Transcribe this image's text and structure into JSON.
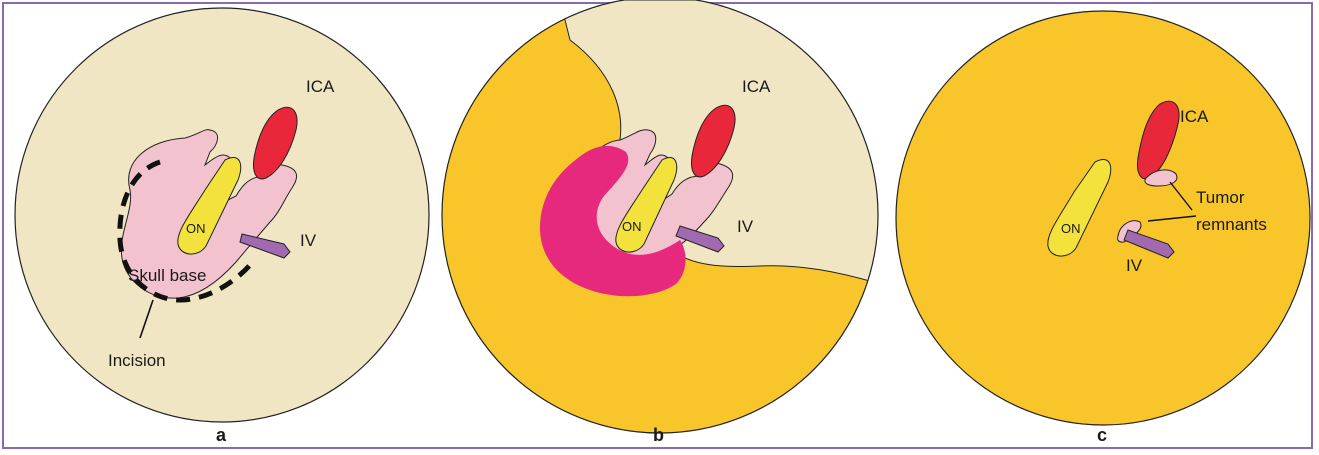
{
  "colors": {
    "background_disc": "#f1e6c3",
    "fat_yellow": "#f8c62a",
    "skull_base_pink": "#f2c3cf",
    "optic_nerve_yellow": "#f4e23c",
    "ica_red": "#e8283a",
    "nerve_iv_purple": "#a069b0",
    "tumor_magenta": "#e6297c",
    "frame_purple": "#8a6aaa"
  },
  "panels": [
    {
      "id": "a",
      "letter": "a",
      "labels": {
        "ica": "ICA",
        "on": "ON",
        "iv": "IV",
        "skull_base": "Skull base",
        "incision": "Incision"
      }
    },
    {
      "id": "b",
      "letter": "b",
      "labels": {
        "ica": "ICA",
        "on": "ON",
        "iv": "IV"
      }
    },
    {
      "id": "c",
      "letter": "c",
      "labels": {
        "ica": "ICA",
        "on": "ON",
        "iv": "IV",
        "tumor_remnants_line1": "Tumor",
        "tumor_remnants_line2": "remnants"
      }
    }
  ]
}
